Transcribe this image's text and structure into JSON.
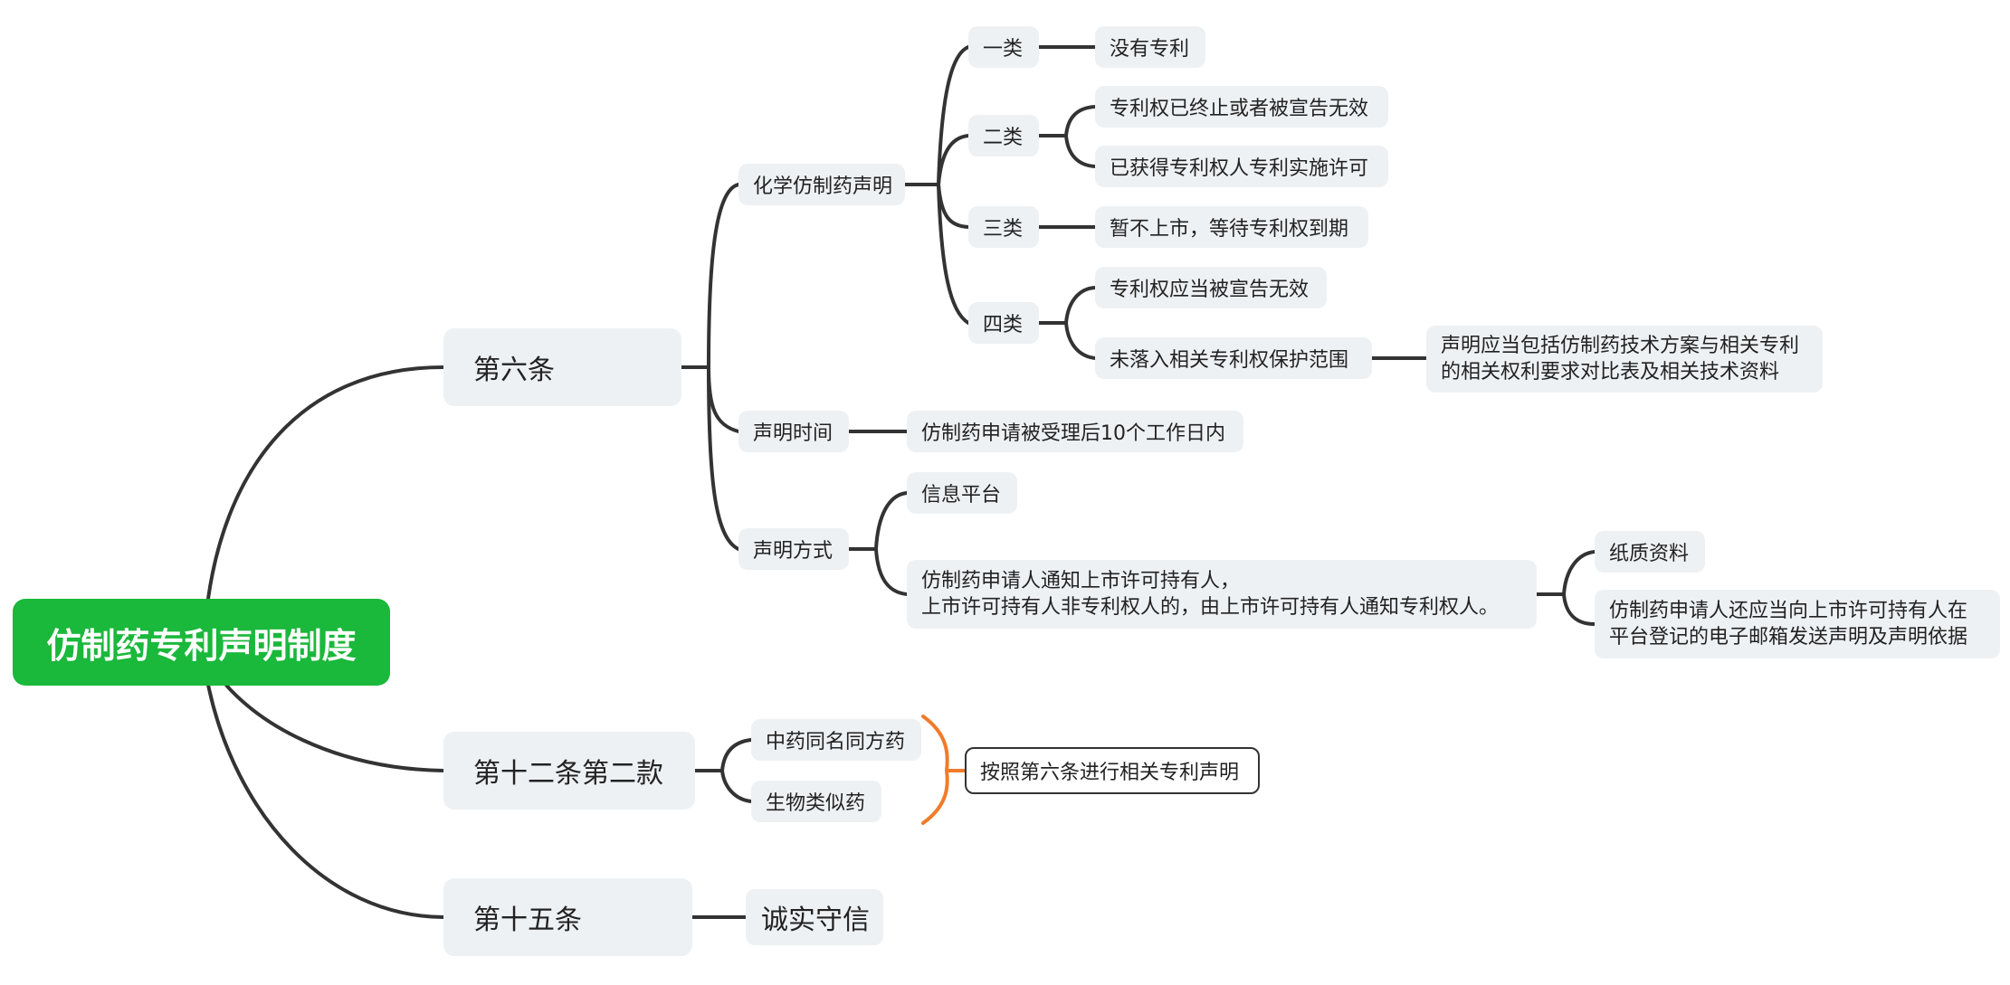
{
  "root": {
    "label": "仿制药专利声明制度"
  },
  "article6": {
    "label": "第六条",
    "chemical": {
      "label": "化学仿制药声明",
      "class1": {
        "label": "一类",
        "items": [
          "没有专利"
        ]
      },
      "class2": {
        "label": "二类",
        "items": [
          "专利权已终止或者被宣告无效",
          "已获得专利权人专利实施许可"
        ]
      },
      "class3": {
        "label": "三类",
        "items": [
          "暂不上市，等待专利权到期"
        ]
      },
      "class4": {
        "label": "四类",
        "items": [
          "专利权应当被宣告无效",
          "未落入相关专利权保护范围"
        ],
        "note": [
          "声明应当包括仿制药技术方案与相关专利",
          "的相关权利要求对比表及相关技术资料"
        ]
      }
    },
    "timing": {
      "label": "声明时间",
      "value": "仿制药申请被受理后10个工作日内"
    },
    "method": {
      "label": "声明方式",
      "platform": "信息平台",
      "notify": [
        "仿制药申请人通知上市许可持有人，",
        "上市许可持有人非专利权人的，由上市许可持有人通知专利权人。"
      ],
      "paper": "纸质资料",
      "email": [
        "仿制药申请人还应当向上市许可持有人在",
        "平台登记的电子邮箱发送声明及声明依据"
      ]
    }
  },
  "article12": {
    "label": "第十二条第二款",
    "items": [
      "中药同名同方药",
      "生物类似药"
    ],
    "summary": "按照第六条进行相关专利声明"
  },
  "article15": {
    "label": "第十五条",
    "value": "诚实守信"
  },
  "colors": {
    "root": "#1ab83b",
    "node": "#eef1f4",
    "line": "#333333",
    "summary_bracket": "#f07b2a"
  }
}
